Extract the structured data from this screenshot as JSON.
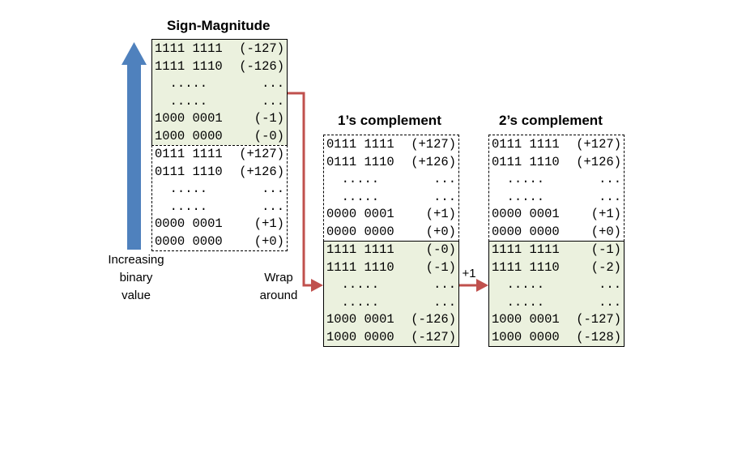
{
  "sign_magnitude": {
    "title": "Sign-Magnitude",
    "negative_rows": [
      {
        "bin": "1111 1111",
        "val": "(-127)"
      },
      {
        "bin": "1111 1110",
        "val": "(-126)"
      },
      {
        "bin": "  .....",
        "val": "..."
      },
      {
        "bin": "  .....",
        "val": "..."
      },
      {
        "bin": "1000 0001",
        "val": "(-1)"
      },
      {
        "bin": "1000 0000",
        "val": "(-0)"
      }
    ],
    "positive_rows": [
      {
        "bin": "0111 1111",
        "val": "(+127)"
      },
      {
        "bin": "0111 1110",
        "val": "(+126)"
      },
      {
        "bin": "  .....",
        "val": "..."
      },
      {
        "bin": "  .....",
        "val": "..."
      },
      {
        "bin": "0000 0001",
        "val": "(+1)"
      },
      {
        "bin": "0000 0000",
        "val": "(+0)"
      }
    ]
  },
  "ones_complement": {
    "title": "1’s complement",
    "positive_rows": [
      {
        "bin": "0111 1111",
        "val": "(+127)"
      },
      {
        "bin": "0111 1110",
        "val": "(+126)"
      },
      {
        "bin": "  .....",
        "val": "..."
      },
      {
        "bin": "  .....",
        "val": "..."
      },
      {
        "bin": "0000 0001",
        "val": "(+1)"
      },
      {
        "bin": "0000 0000",
        "val": "(+0)"
      }
    ],
    "negative_rows": [
      {
        "bin": "1111 1111",
        "val": "(-0)"
      },
      {
        "bin": "1111 1110",
        "val": "(-1)"
      },
      {
        "bin": "  .....",
        "val": "..."
      },
      {
        "bin": "  .....",
        "val": "..."
      },
      {
        "bin": "1000 0001",
        "val": "(-126)"
      },
      {
        "bin": "1000 0000",
        "val": "(-127)"
      }
    ]
  },
  "twos_complement": {
    "title": "2’s complement",
    "positive_rows": [
      {
        "bin": "0111 1111",
        "val": "(+127)"
      },
      {
        "bin": "0111 1110",
        "val": "(+126)"
      },
      {
        "bin": "  .....",
        "val": "..."
      },
      {
        "bin": "  .....",
        "val": "..."
      },
      {
        "bin": "0000 0001",
        "val": "(+1)"
      },
      {
        "bin": "0000 0000",
        "val": "(+0)"
      }
    ],
    "negative_rows": [
      {
        "bin": "1111 1111",
        "val": "(-1)"
      },
      {
        "bin": "1111 1110",
        "val": "(-2)"
      },
      {
        "bin": "  .....",
        "val": "..."
      },
      {
        "bin": "  .....",
        "val": "..."
      },
      {
        "bin": "1000 0001",
        "val": "(-127)"
      },
      {
        "bin": "1000 0000",
        "val": "(-128)"
      }
    ]
  },
  "labels": {
    "increasing": "Increasing\nbinary\nvalue",
    "wrap_around": "Wrap\naround",
    "plus_one": "+1"
  },
  "colors": {
    "up_arrow": "#4f81bd",
    "connector": "#c0504d",
    "negative_fill": "#ebf1de"
  }
}
